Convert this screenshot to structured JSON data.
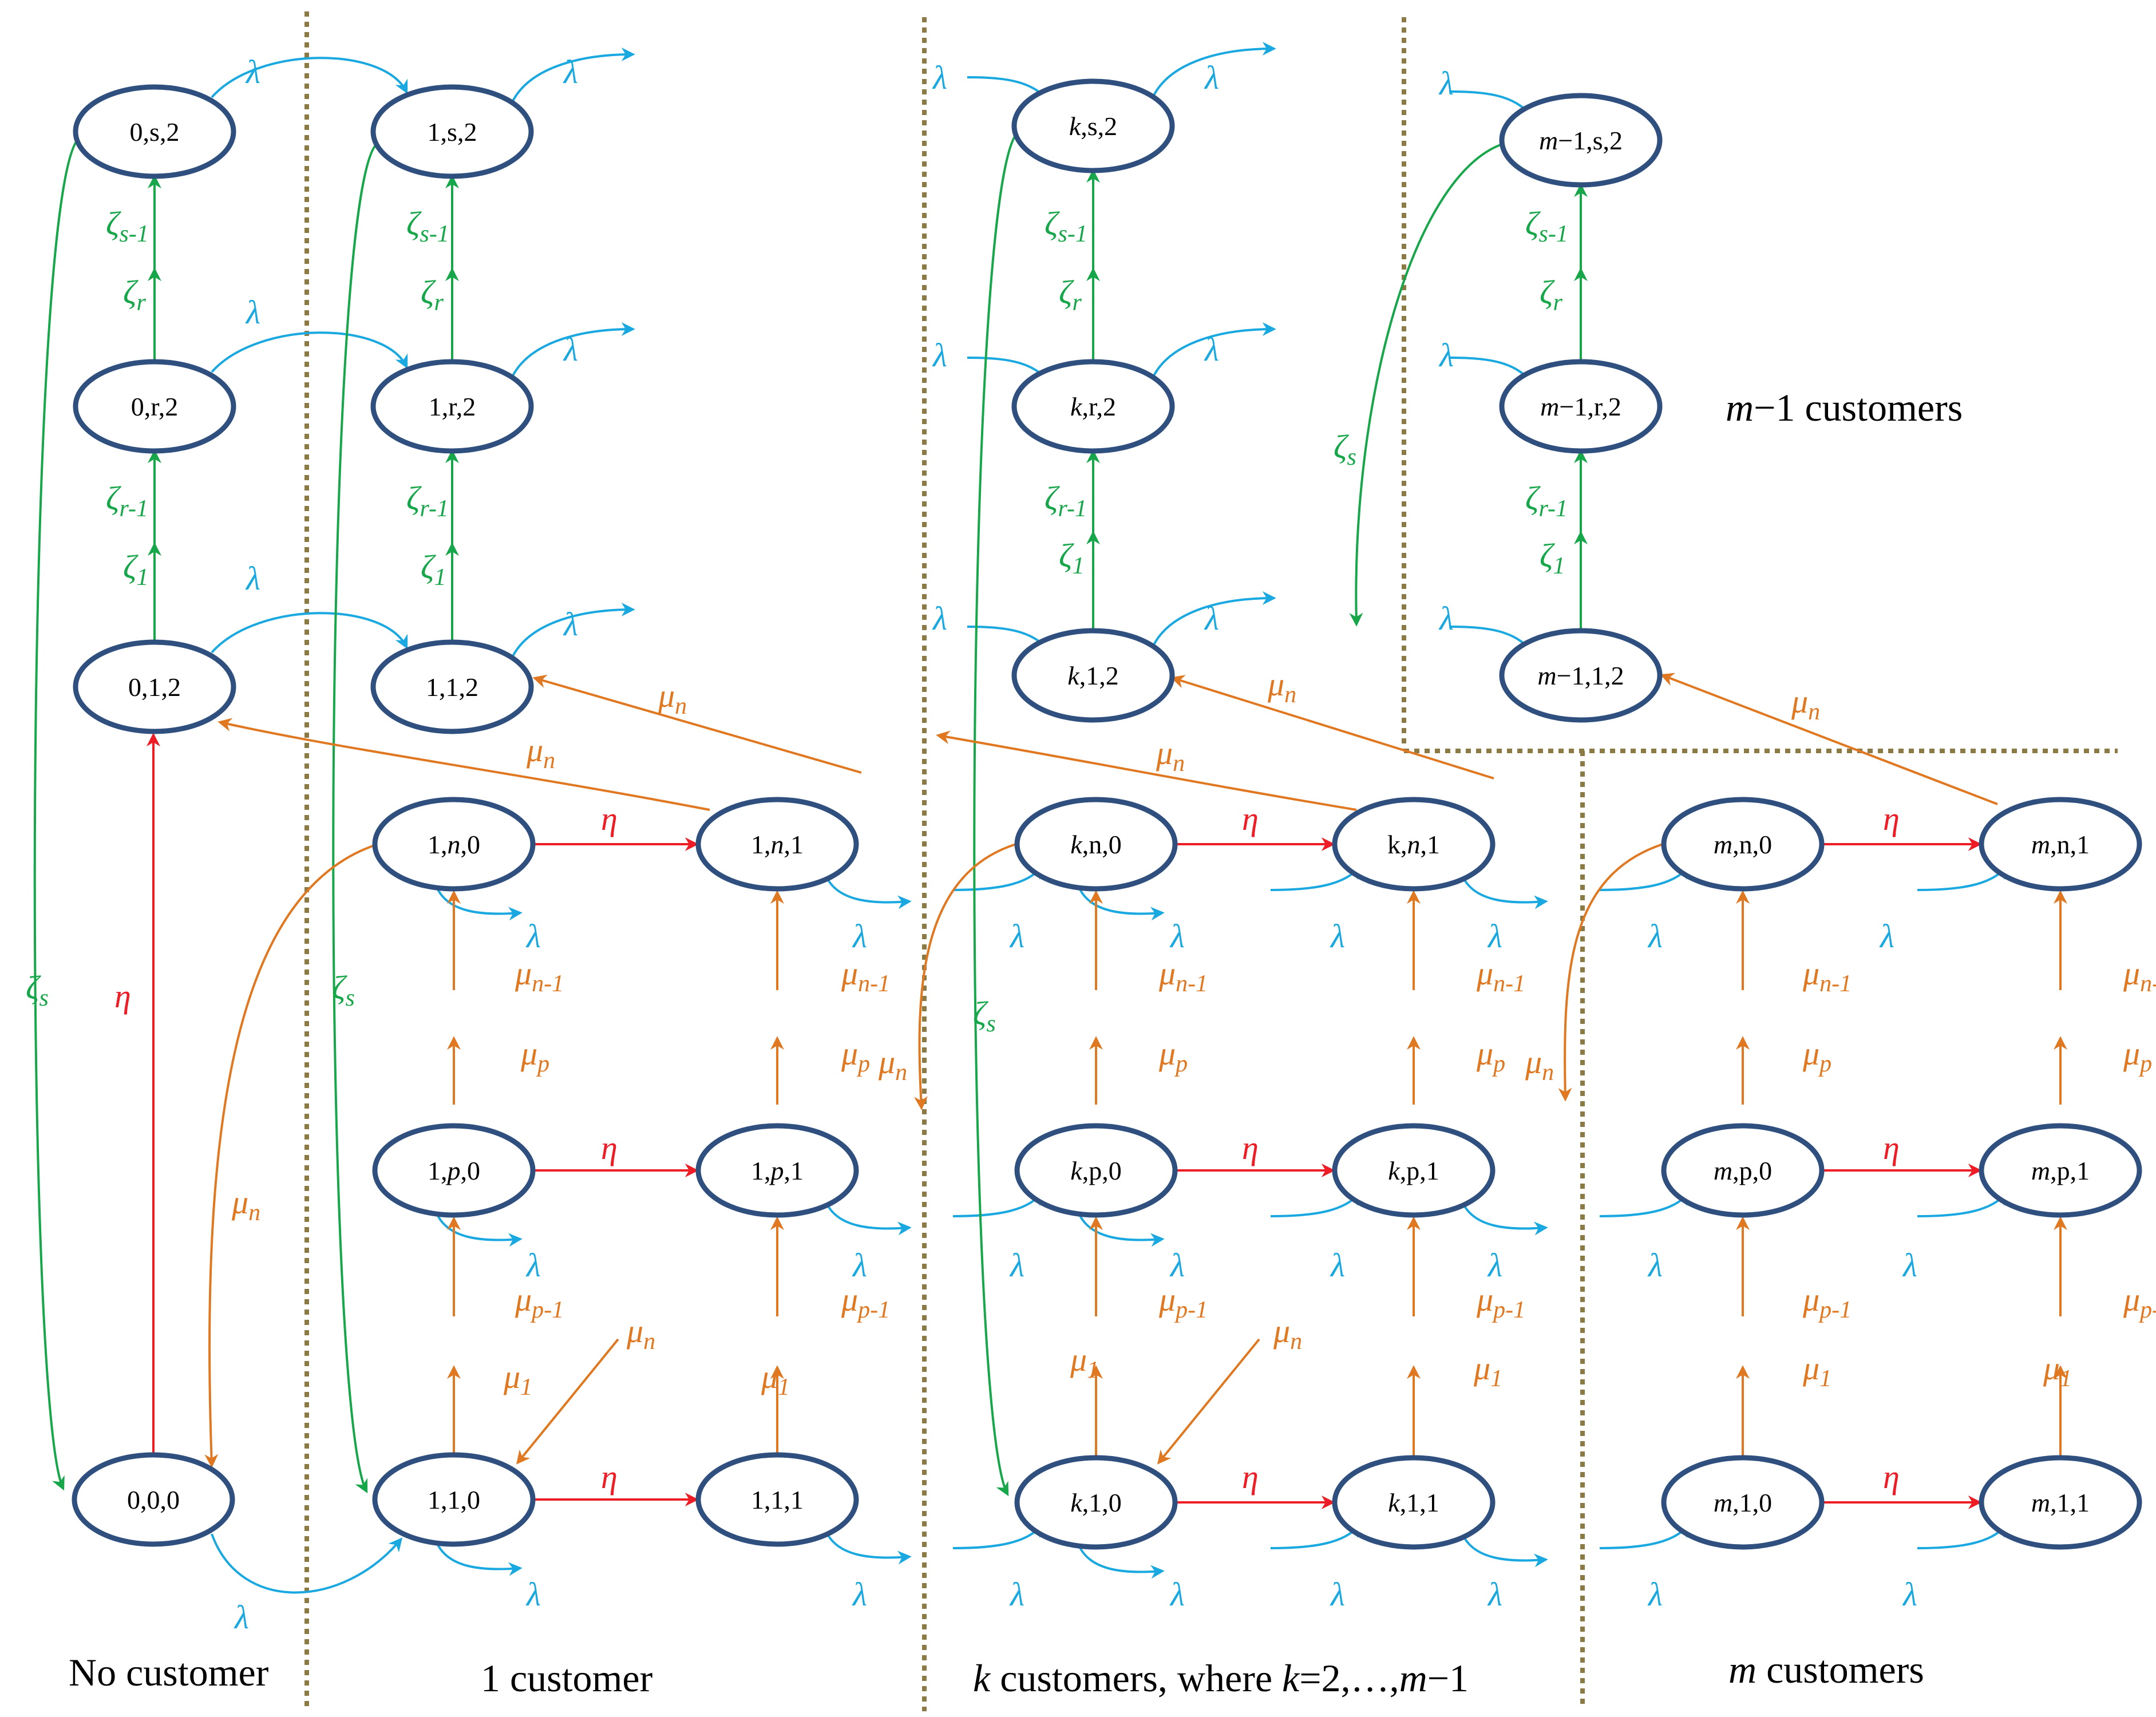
{
  "colors": {
    "node_stroke": "#2f4f7f",
    "arrival": "#19a8e0",
    "setup_phase": "#17a74a",
    "vacation": "#ee1c24",
    "service": "#e07821",
    "divider": "#8c7a45"
  },
  "section_labels": {
    "no_customer": "No customer",
    "one_customer": "1 customer",
    "k_customers_italic": "k",
    "k_customers_mid": " customers, where ",
    "k_customers_k": "k",
    "k_customers_range": "=2,…,",
    "k_customers_m": "m",
    "k_customers_end": "−1",
    "m_customers_italic": "m",
    "m_customers_rest": " customers",
    "m1_customers_italic": "m",
    "m1_customers_rest": "−1 customers"
  },
  "rate_symbols": {
    "lambda": "λ",
    "eta": "η",
    "zeta": "ζ",
    "mu": "μ"
  },
  "rate_subscripts": {
    "s": "s",
    "s_minus_1": "s-1",
    "r": "r",
    "r_minus_1": "r-1",
    "one": "1",
    "n": "n",
    "n_minus_1": "n-1",
    "p": "p",
    "p_minus_1": "p-1"
  },
  "nodes": [
    {
      "id": "n0s2",
      "prefix": "0",
      "italic": "",
      "rest": ",s,2"
    },
    {
      "id": "n0r2",
      "prefix": "0",
      "italic": "",
      "rest": ",r,2"
    },
    {
      "id": "n012",
      "prefix": "0",
      "italic": "",
      "rest": ",1,2"
    },
    {
      "id": "n000",
      "prefix": "0",
      "italic": "",
      "rest": ",0,0"
    },
    {
      "id": "n1s2",
      "prefix": "1",
      "italic": "",
      "rest": ",s,2"
    },
    {
      "id": "n1r2",
      "prefix": "1",
      "italic": "",
      "rest": ",r,2"
    },
    {
      "id": "n112",
      "prefix": "1",
      "italic": "",
      "rest": ",1,2"
    },
    {
      "id": "n1n0",
      "prefix": "1,",
      "italic": "n",
      "rest": ",0"
    },
    {
      "id": "n1n1",
      "prefix": "1,",
      "italic": "n",
      "rest": ",1"
    },
    {
      "id": "n1p0",
      "prefix": "1,",
      "italic": "p",
      "rest": ",0"
    },
    {
      "id": "n1p1",
      "prefix": "1,",
      "italic": "p",
      "rest": ",1"
    },
    {
      "id": "n110",
      "prefix": "1",
      "italic": "",
      "rest": ",1,0"
    },
    {
      "id": "n111",
      "prefix": "1",
      "italic": "",
      "rest": ",1,1"
    },
    {
      "id": "nks2",
      "prefix": "",
      "italic": "k",
      "rest": ",s,2"
    },
    {
      "id": "nkr2",
      "prefix": "",
      "italic": "k",
      "rest": ",r,2"
    },
    {
      "id": "nk12",
      "prefix": "",
      "italic": "k",
      "rest": ",1,2"
    },
    {
      "id": "nkn0",
      "prefix": "",
      "italic": "k",
      "rest": ",n,0"
    },
    {
      "id": "nkn1",
      "prefix": "k,",
      "italic": "n",
      "rest": ",1"
    },
    {
      "id": "nkp0",
      "prefix": "",
      "italic": "k",
      "rest": ",p,0"
    },
    {
      "id": "nkp1",
      "prefix": "",
      "italic": "k",
      "rest": ",p,1"
    },
    {
      "id": "nk10",
      "prefix": "",
      "italic": "k",
      "rest": ",1,0"
    },
    {
      "id": "nk11",
      "prefix": "",
      "italic": "k",
      "rest": ",1,1"
    },
    {
      "id": "nms2",
      "prefix": "",
      "italic": "m",
      "rest": "−1,s,2"
    },
    {
      "id": "nmr2",
      "prefix": "",
      "italic": "m",
      "rest": "−1,r,2"
    },
    {
      "id": "nm12",
      "prefix": "",
      "italic": "m",
      "rest": "−1,1,2"
    },
    {
      "id": "nmn0",
      "prefix": "",
      "italic": "m",
      "rest": ",n,0"
    },
    {
      "id": "nmn1",
      "prefix": "",
      "italic": "m",
      "rest": ",n,1"
    },
    {
      "id": "nmp0",
      "prefix": "",
      "italic": "m",
      "rest": ",p,0"
    },
    {
      "id": "nmp1",
      "prefix": "",
      "italic": "m",
      "rest": ",p,1"
    },
    {
      "id": "nm10",
      "prefix": "",
      "italic": "m",
      "rest": ",1,0"
    },
    {
      "id": "nm11",
      "prefix": "",
      "italic": "m",
      "rest": ",1,1"
    }
  ]
}
